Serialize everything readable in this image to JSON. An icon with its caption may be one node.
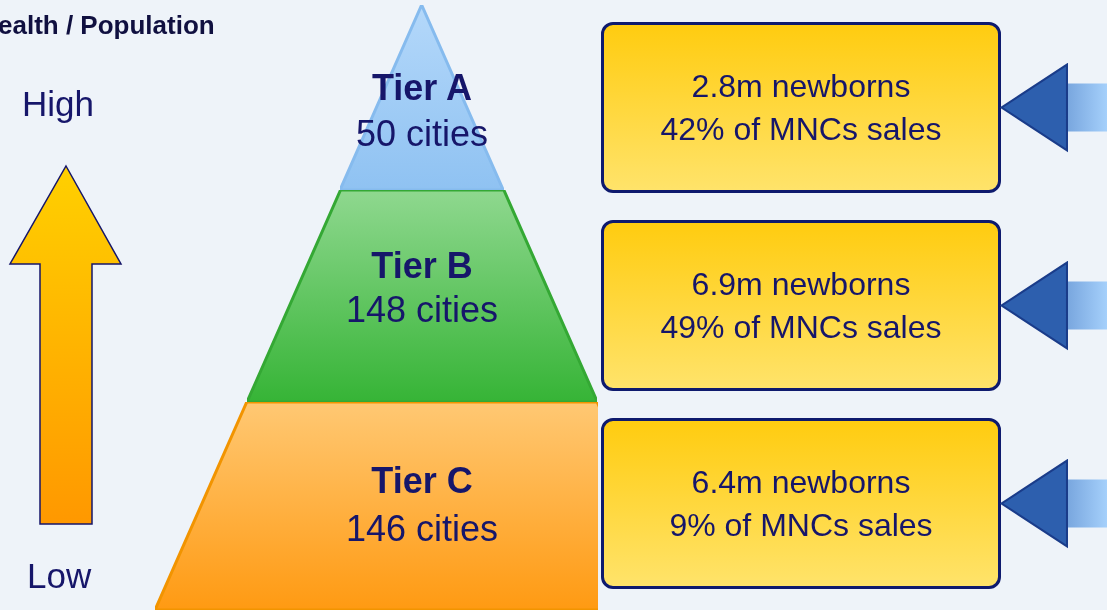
{
  "diagram": {
    "nodes": [
      {
        "text": [
          "Tier A",
          "50 cities"
        ]
      },
      {
        "text": [
          "Tier B",
          "148 cities"
        ]
      },
      {
        "text": [
          "Tier C",
          "146 cities"
        ]
      },
      {
        "text": [
          "2.8m newborns",
          "42% of MNCs sales"
        ]
      },
      {
        "text": [
          "6.9m newborns",
          "49% of MNCs sales"
        ]
      },
      {
        "text": [
          "6.4m newborns",
          "9% of MNCs sales"
        ]
      }
    ],
    "edges": [
      {
        "from": null,
        "to": 3,
        "arrow": "to"
      },
      {
        "from": null,
        "to": 4,
        "arrow": "to"
      },
      {
        "from": null,
        "to": 5,
        "arrow": "to"
      }
    ],
    "labels": [
      "ealth /  Population",
      "High",
      "Low"
    ]
  }
}
